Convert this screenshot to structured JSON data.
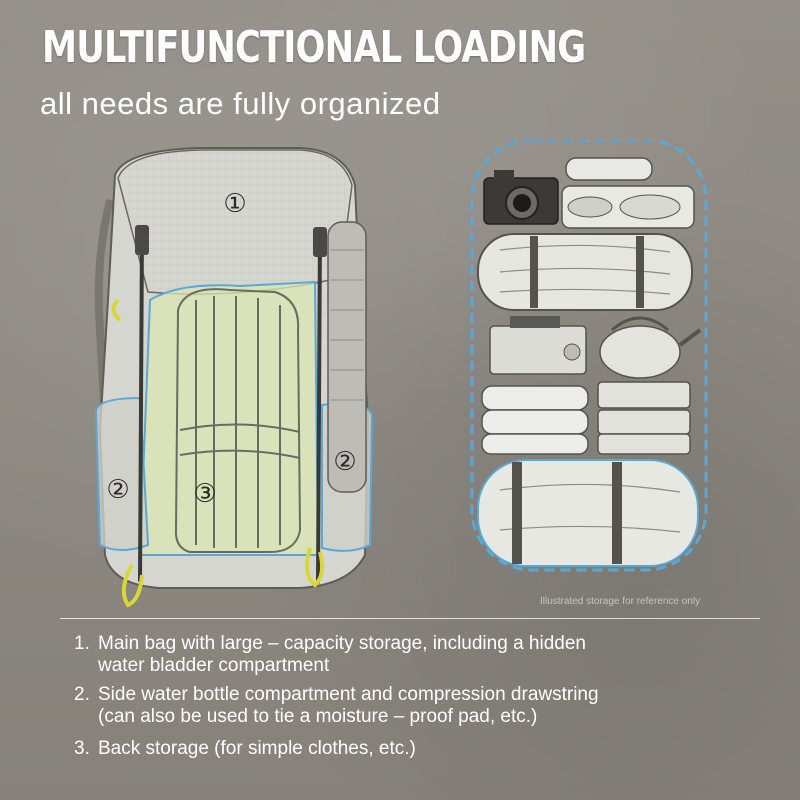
{
  "header": {
    "title": "MULTIFUNCTIONAL LOADING",
    "subtitle": "all needs are fully organized"
  },
  "illustration": {
    "compartment_labels": [
      "①",
      "②",
      "③",
      "②"
    ],
    "caption": "Illustrated storage for reference only",
    "accent_color": "#5aa8d6",
    "highlight_color": "#d9e6b0",
    "buckle_color": "#d8d63a"
  },
  "features": [
    {
      "num": "1.",
      "text": "Main bag with large – capacity storage, including a hidden water bladder compartment"
    },
    {
      "num": "2.",
      "text": "Side water bottle compartment and compression drawstring (can also be used to tie a moisture – proof pad, etc.)"
    },
    {
      "num": "3.",
      "text": "Back storage (for simple clothes, etc.)"
    }
  ]
}
